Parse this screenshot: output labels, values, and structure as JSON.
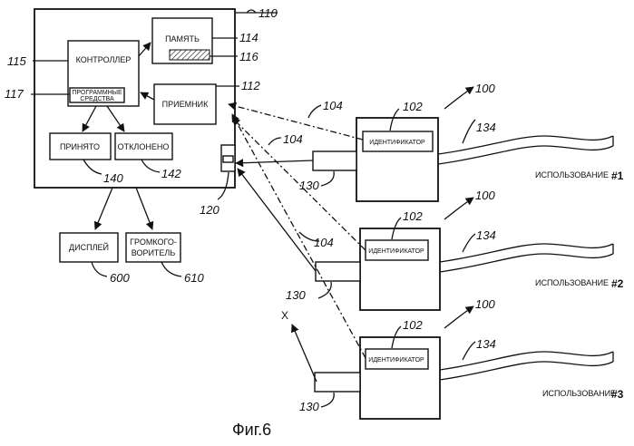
{
  "figure": {
    "caption": "Фиг.6",
    "axis_label": "X"
  },
  "system": {
    "ref": "110",
    "controller": {
      "label": "КОНТРОЛЛЕР",
      "ref": "115"
    },
    "software": {
      "label_line1": "ПРОГРАММНЫЕ",
      "label_line2": "СРЕДСТВА",
      "ref": "117"
    },
    "memory": {
      "label": "ПАМЯТЬ",
      "ref": "114",
      "inner_ref": "116"
    },
    "receiver": {
      "label": "ПРИЕМНИК",
      "ref": "112"
    },
    "accepted": {
      "label": "ПРИНЯТО",
      "ref": "140"
    },
    "rejected": {
      "label": "ОТКЛОНЕНО",
      "ref": "142"
    },
    "port_ref": "120"
  },
  "outputs": {
    "display": {
      "label": "ДИСПЛЕЙ",
      "ref": "600"
    },
    "speaker": {
      "label_line1": "ГРОМКОГО-",
      "label_line2": "ВОРИТЕЛЬ",
      "ref": "610"
    }
  },
  "devices": [
    {
      "ref": "100",
      "id_label": "ИДЕНТИФИКАТОР",
      "id_ref": "102",
      "cable_ref": "134",
      "plug_ref": "130",
      "link_ref": "104",
      "usage_text": "ИСПОЛЬЗОВАНИЕ",
      "usage_num": "#1"
    },
    {
      "ref": "100",
      "id_label": "ИДЕНТИФИКАТОР",
      "id_ref": "102",
      "cable_ref": "134",
      "plug_ref": "130",
      "link_ref": "104",
      "usage_text": "ИСПОЛЬЗОВАНИЕ",
      "usage_num": "#2"
    },
    {
      "ref": "100",
      "id_label": "ИДЕНТИФИКАТОР",
      "id_ref": "102",
      "cable_ref": "134",
      "plug_ref": "130",
      "link_ref": "",
      "usage_text": "ИСПОЛЬЗОВАНИЕ",
      "usage_num": "#3"
    }
  ],
  "extra_link_ref": "104"
}
